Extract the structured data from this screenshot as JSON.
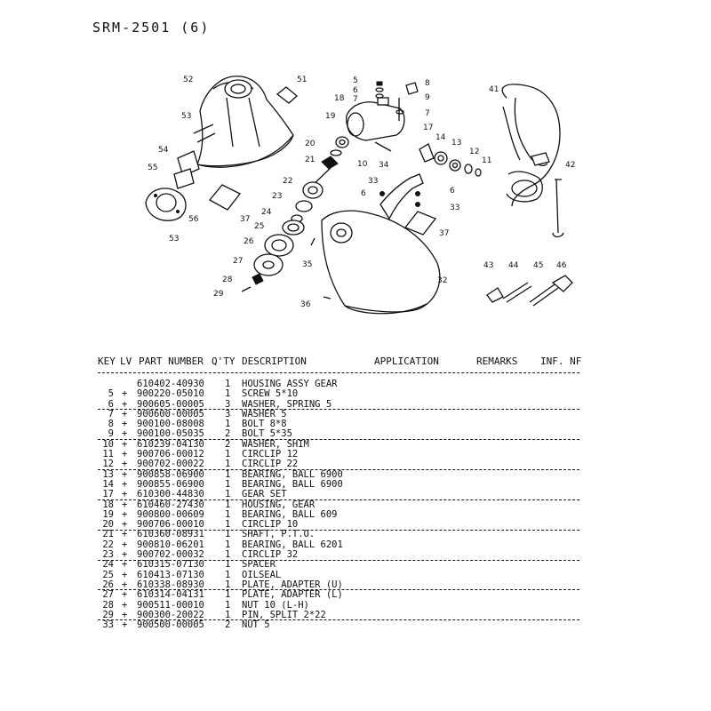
{
  "document": {
    "title": "SRM-2501 (6)"
  },
  "diagram": {
    "callouts": [
      "52",
      "51",
      "53",
      "54",
      "55",
      "56",
      "53",
      "37",
      "5",
      "6",
      "7",
      "8",
      "9",
      "7",
      "18",
      "19",
      "20",
      "21",
      "22",
      "23",
      "24",
      "25",
      "26",
      "27",
      "28",
      "29",
      "17",
      "14",
      "13",
      "12",
      "11",
      "10",
      "34",
      "33",
      "6",
      "6",
      "33",
      "37",
      "35",
      "36",
      "32",
      "41",
      "42",
      "43",
      "44",
      "45",
      "46"
    ]
  },
  "table": {
    "headers": {
      "key": "KEY",
      "lv": "LV",
      "part_number": "PART NUMBER",
      "qty": "Q'TY",
      "description": "DESCRIPTION",
      "application": "APPLICATION",
      "remarks": "REMARKS",
      "inf": "INF. NF"
    },
    "rows": [
      {
        "key": "",
        "lv": "",
        "part": "610402-40930",
        "qty": "1",
        "desc": "HOUSING ASSY GEAR"
      },
      {
        "key": "5",
        "lv": "+",
        "part": "900220-05010",
        "qty": "1",
        "desc": "SCREW  5*10"
      },
      {
        "key": "6",
        "lv": "+",
        "part": "900605-00005",
        "qty": "3",
        "desc": "WASHER, SPRING  5"
      },
      {
        "key": "7",
        "lv": "+",
        "part": "900600-00005",
        "qty": "3",
        "desc": "WASHER  5"
      },
      {
        "key": "8",
        "lv": "+",
        "part": "900100-08008",
        "qty": "1",
        "desc": "BOLT  8*8"
      },
      {
        "key": "9",
        "lv": "+",
        "part": "900100-05035",
        "qty": "2",
        "desc": "BOLT  5*35"
      },
      {
        "key": "10",
        "lv": "+",
        "part": "610239-04130",
        "qty": "2",
        "desc": "WASHER, SHIM"
      },
      {
        "key": "11",
        "lv": "+",
        "part": "900706-00012",
        "qty": "1",
        "desc": "CIRCLIP 12"
      },
      {
        "key": "12",
        "lv": "+",
        "part": "900702-00022",
        "qty": "1",
        "desc": "CIRCLIP  22"
      },
      {
        "key": "13",
        "lv": "+",
        "part": "900858-06900",
        "qty": "1",
        "desc": "BEARING, BALL  6900"
      },
      {
        "key": "14",
        "lv": "+",
        "part": "900855-06900",
        "qty": "1",
        "desc": "BEARING, BALL  6900"
      },
      {
        "key": "17",
        "lv": "+",
        "part": "610300-44830",
        "qty": "1",
        "desc": "GEAR SET"
      },
      {
        "key": "18",
        "lv": "+",
        "part": "610460-27430",
        "qty": "1",
        "desc": "HOUSING, GEAR"
      },
      {
        "key": "19",
        "lv": "+",
        "part": "900800-00609",
        "qty": "1",
        "desc": "BEARING, BALL  609"
      },
      {
        "key": "20",
        "lv": "+",
        "part": "900706-00010",
        "qty": "1",
        "desc": "CIRCLIP 10"
      },
      {
        "key": "21",
        "lv": "+",
        "part": "610360-08931",
        "qty": "1",
        "desc": "SHAFT, P.T.O."
      },
      {
        "key": "22",
        "lv": "+",
        "part": "900810-06201",
        "qty": "1",
        "desc": "BEARING, BALL  6201"
      },
      {
        "key": "23",
        "lv": "+",
        "part": "900702-00032",
        "qty": "1",
        "desc": "CIRCLIP  32"
      },
      {
        "key": "24",
        "lv": "+",
        "part": "610315-07130",
        "qty": "1",
        "desc": "SPACER"
      },
      {
        "key": "25",
        "lv": "+",
        "part": "610413-07130",
        "qty": "1",
        "desc": "OILSEAL"
      },
      {
        "key": "26",
        "lv": "+",
        "part": "610338-08930",
        "qty": "1",
        "desc": "PLATE, ADAPTER  (U)"
      },
      {
        "key": "27",
        "lv": "+",
        "part": "610314-04131",
        "qty": "1",
        "desc": "PLATE, ADAPTER  (L)"
      },
      {
        "key": "28",
        "lv": "+",
        "part": "900511-00010",
        "qty": "1",
        "desc": "NUT  10  (L-H)"
      },
      {
        "key": "29",
        "lv": "+",
        "part": "900300-20022",
        "qty": "1",
        "desc": "PIN, SPLIT  2*22"
      },
      {
        "key": "33",
        "lv": "+",
        "part": "900500-00005",
        "qty": "2",
        "desc": "NUT  5"
      }
    ]
  }
}
